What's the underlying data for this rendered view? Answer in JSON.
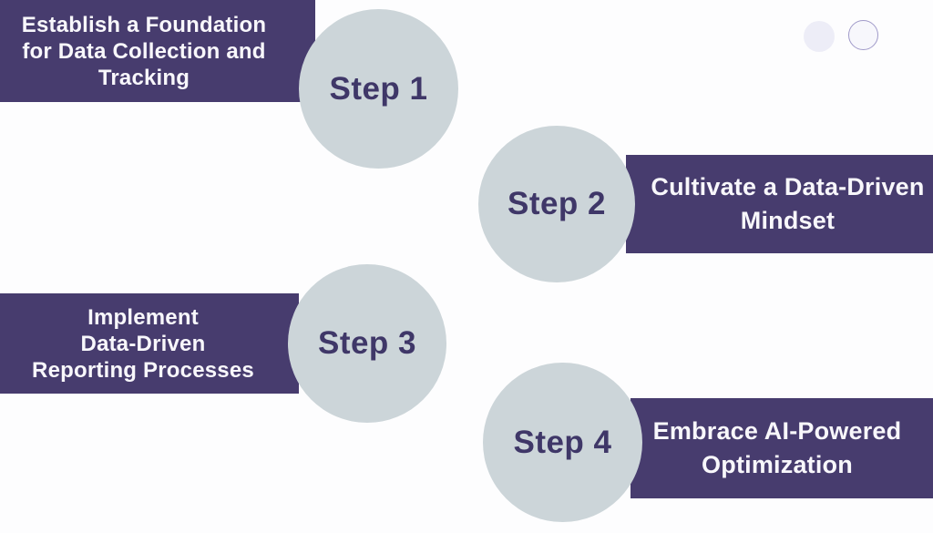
{
  "theme": {
    "background": "#fdfdfe",
    "banner_color": "#473c6e",
    "circle_color": "#ccd5d9",
    "step_label_color": "#3f3768",
    "banner_text_color": "#f8f7fb",
    "decor_dot_fill": "#ededf7",
    "decor_ring_border": "#a09ac9",
    "decor_ring_fill": "#f7f7fc"
  },
  "diagram": {
    "type": "process-steps-infographic",
    "steps": [
      {
        "label": "Step 1",
        "title": "Establish a Foundation\nfor Data Collection and\nTracking",
        "side": "left"
      },
      {
        "label": "Step 2",
        "title": "Cultivate a Data-Driven\nMindset",
        "side": "right"
      },
      {
        "label": "Step 3",
        "title": "Implement\nData-Driven\nReporting Processes",
        "side": "left"
      },
      {
        "label": "Step 4",
        "title": "Embrace AI-Powered\nOptimization",
        "side": "right"
      }
    ]
  }
}
